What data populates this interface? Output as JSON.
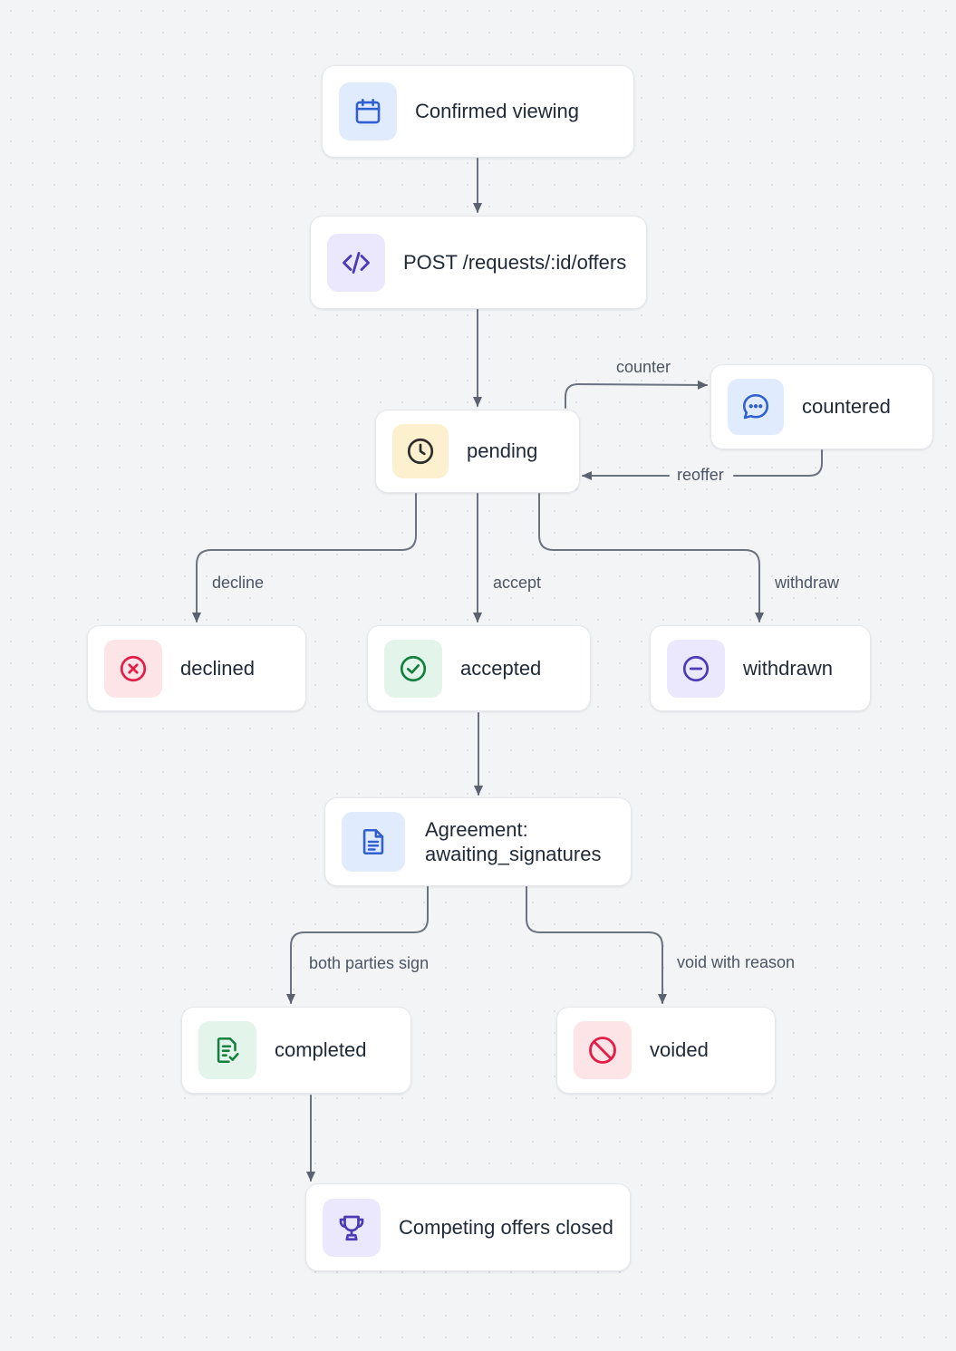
{
  "nodes": {
    "confirmed_viewing": "Confirmed viewing",
    "post_offers": "POST /requests/:id/offers",
    "pending": "pending",
    "countered": "countered",
    "declined": "declined",
    "accepted": "accepted",
    "withdrawn": "withdrawn",
    "agreement_line1": "Agreement:",
    "agreement_line2": "awaiting_signatures",
    "completed": "completed",
    "voided": "voided",
    "competing_closed": "Competing offers closed"
  },
  "edges": {
    "counter": "counter",
    "reoffer": "reoffer",
    "decline": "decline",
    "accept": "accept",
    "withdraw": "withdraw",
    "both_sign": "both parties sign",
    "void": "void with reason"
  },
  "icons": {
    "confirmed_viewing": "calendar-icon",
    "post_offers": "code-icon",
    "pending": "clock-icon",
    "countered": "chat-bubble-icon",
    "declined": "x-circle-icon",
    "accepted": "check-circle-icon",
    "withdrawn": "minus-circle-icon",
    "agreement": "document-icon",
    "completed": "document-check-icon",
    "voided": "ban-icon",
    "competing_closed": "trophy-icon"
  },
  "colors": {
    "blue": "#2f5fd0",
    "violet": "#4c3bb5",
    "amber": "#3b3b3b",
    "red": "#e11d48",
    "green": "#15803d",
    "edge": "#6b7280"
  }
}
